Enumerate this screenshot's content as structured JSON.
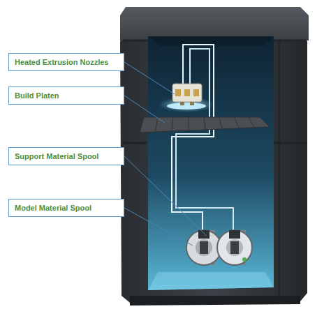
{
  "diagram": {
    "nodes": [
      {
        "text": [
          "Heated Extrusion Nozzles"
        ]
      },
      {
        "text": [
          "Build Platen"
        ]
      },
      {
        "text": [
          "Support Material Spool"
        ]
      },
      {
        "text": [
          "Model Material Spool"
        ]
      }
    ]
  }
}
